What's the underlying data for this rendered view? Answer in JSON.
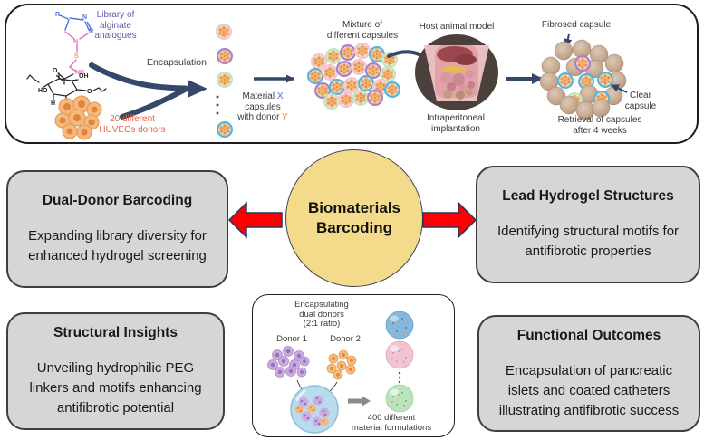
{
  "top_panel": {
    "library_label": "Library of\nalginate\nanalogues",
    "encapsulation_label": "Encapsulation",
    "huvecs_label": "20 different\nHUVECs donors",
    "material_label": {
      "line1_prefix": "Material ",
      "x": "X",
      "line2": "capsules",
      "line3_prefix": "with donor ",
      "y": "Y"
    },
    "mixture_label": "Mixture of\ndifferent capsules",
    "host_label": "Host animal model",
    "implantation_label": "Intraperitoneal\nimplantation",
    "fibrosed_label": "Fibrosed capsule",
    "clear_label": "Clear\ncapsule",
    "retrieval_label": "Retrieval of capsules\nafter 4 weeks",
    "chem": {
      "r": "R",
      "n": "N",
      "s": "S",
      "nh": "NH",
      "o": "O",
      "oh": "OH",
      "ho": "HO",
      "h": "H"
    }
  },
  "center": {
    "title": "Biomaterials\nBarcoding"
  },
  "boxes": {
    "dual_donor": {
      "title": "Dual-Donor Barcoding",
      "body": "Expanding library diversity for\nenhanced hydrogel screening"
    },
    "lead_hydrogel": {
      "title": "Lead Hydrogel Structures",
      "body": "Identifying structural motifs for\nantifibrotic properties"
    },
    "structural": {
      "title": "Structural Insights",
      "body": "Unveiling hydrophilic PEG\nlinkers and motifs enhancing\nantifibrotic potential"
    },
    "functional": {
      "title": "Functional Outcomes",
      "body": "Encapsulation of pancreatic\nislets and coated catheters\nillustrating antifibrotic success"
    }
  },
  "bottom_panel": {
    "title": "Encapsulating\ndual donors\n(2:1 ratio)",
    "donor1": "Donor 1",
    "donor2": "Donor 2",
    "formulations": "400 different\nmaterial formulations"
  },
  "colors": {
    "arrow_red": "#ff0000",
    "arrow_red_border": "#203864",
    "flow_arrow_navy": "#35486a",
    "circle_yellow": "#f4da8b",
    "box_gray": "#d6d6d6",
    "capsule_ring_pink": "#f2c3d8",
    "capsule_ring_purple": "#a87fc8",
    "capsule_ring_green": "#bee5bd",
    "capsule_ring_blue": "#54b4da",
    "cells_orange": "#f0a55c",
    "fibrosed_tan": "#c3a58d",
    "library_text_purple": "#5e5ea8",
    "huvecs_text_coral": "#e2664a",
    "material_x_blue": "#4472c4",
    "donor_y_orange": "#ed7d31"
  }
}
